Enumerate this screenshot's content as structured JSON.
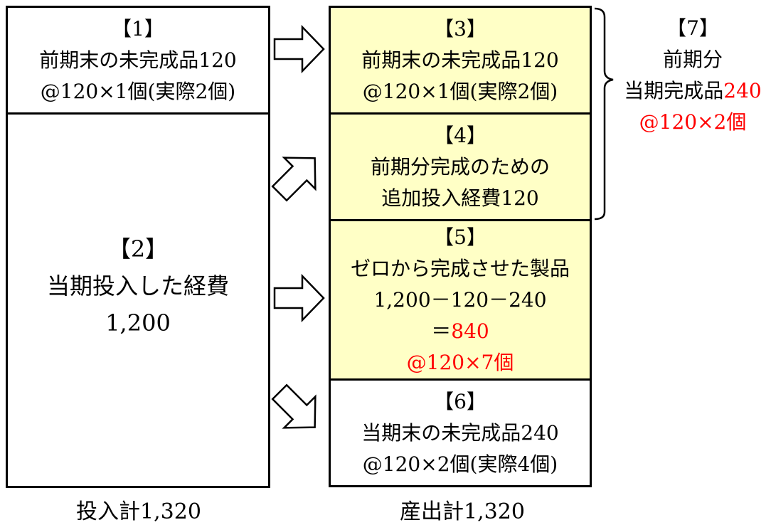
{
  "input": {
    "box1": {
      "num": "【1】",
      "line1": "前期末の未完成品120",
      "line2": "@120×1個(実際2個)"
    },
    "box2": {
      "num": "【2】",
      "line1": "当期投入した経費",
      "line2": "1,200"
    },
    "total": "投入計1,320"
  },
  "output": {
    "box3": {
      "num": "【3】",
      "line1": "前期末の未完成品120",
      "line2": "@120×1個(実際2個)"
    },
    "box4": {
      "num": "【4】",
      "line1": "前期分完成のための",
      "line2": "追加投入経費120"
    },
    "box5": {
      "num": "【5】",
      "line1": "ゼロから完成させた製品",
      "line2": "1,200－120－240",
      "line3_prefix": "＝",
      "line3_value": "840",
      "line4": "@120×7個"
    },
    "box6": {
      "num": "【6】",
      "line1": "当期末の未完成品240",
      "line2": "@120×2個(実際4個)"
    },
    "total": "産出計1,320"
  },
  "bracket": {
    "num": "【7】",
    "line1": "前期分",
    "line2_prefix": "当期完成品",
    "line2_value": "240",
    "line3": "@120×2個"
  },
  "colors": {
    "highlight_fill": "#ffffc6",
    "accent_red": "#ff0000",
    "border": "#000000"
  }
}
